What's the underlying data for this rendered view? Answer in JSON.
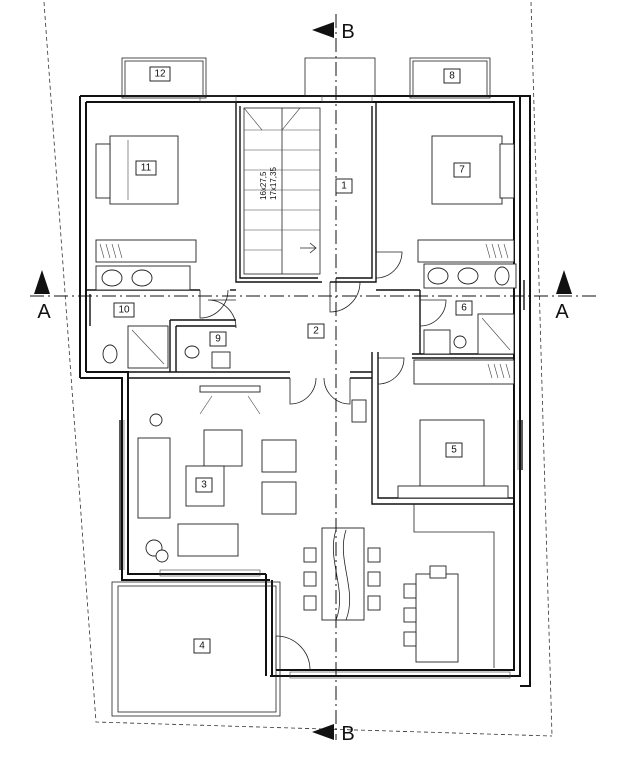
{
  "rooms": [
    {
      "id": "room-1",
      "number": "1"
    },
    {
      "id": "room-2",
      "number": "2"
    },
    {
      "id": "room-3",
      "number": "3"
    },
    {
      "id": "room-4",
      "number": "4"
    },
    {
      "id": "room-5",
      "number": "5"
    },
    {
      "id": "room-6",
      "number": "6"
    },
    {
      "id": "room-7",
      "number": "7"
    },
    {
      "id": "room-8",
      "number": "8"
    },
    {
      "id": "room-9",
      "number": "9"
    },
    {
      "id": "room-10",
      "number": "10"
    },
    {
      "id": "room-11",
      "number": "11"
    },
    {
      "id": "room-12",
      "number": "12"
    }
  ],
  "sections": {
    "a_left": "A",
    "a_right": "A",
    "b_top": "B",
    "b_bottom": "B"
  },
  "stairs": {
    "line1": "16x27,5",
    "line2": "17x17,35"
  }
}
